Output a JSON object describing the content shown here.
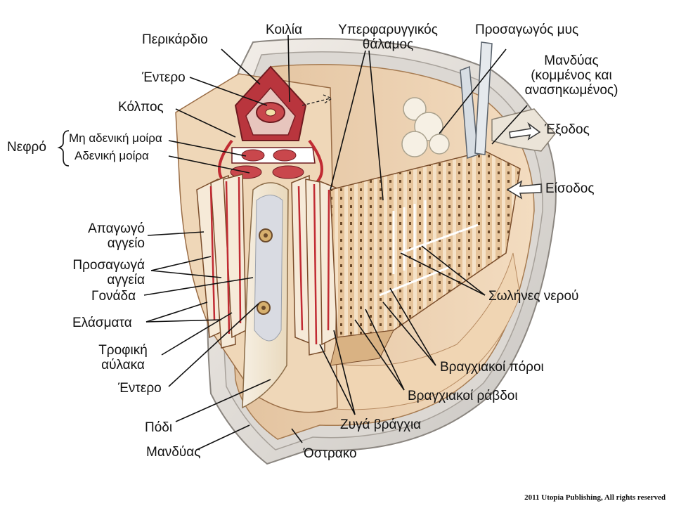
{
  "labels": {
    "pericardium": "Περικάρδιο",
    "ventricle": "Κοιλία",
    "suprabranchial_line1": "Υπερφαρυγγικός",
    "suprabranchial_line2": "θάλαμος",
    "adductor": "Προσαγωγός μυς",
    "mantle_cut_line1": "Μανδύας",
    "mantle_cut_line2": "(κομμένος και",
    "mantle_cut_line3": "ανασηκωμένος)",
    "intestine_top": "Έντερο",
    "atrium": "Κόλπος",
    "kidney": "Νεφρό",
    "kidney_nonglandular": "Μη αδενική μοίρα",
    "kidney_glandular": "Αδενική μοίρα",
    "exit": "Έξοδος",
    "entry": "Είσοδος",
    "efferent_line1": "Απαγωγό",
    "efferent_line2": "αγγείο",
    "afferent_line1": "Προσαγωγά",
    "afferent_line2": "αγγεία",
    "gonad": "Γονάδα",
    "lamellae": "Ελάσματα",
    "food_groove_line1": "Τροφική",
    "food_groove_line2": "αύλακα",
    "intestine_bottom": "Έντερο",
    "water_tubes": "Σωλήνες νερού",
    "ostia": "Βραγχιακοί πόροι",
    "gill_bars": "Βραγχιακοί ράβδοι",
    "foot": "Πόδι",
    "paired_gills": "Ζυγά βράγχια",
    "mantle": "Μανδύας",
    "shell": "Όστρακο"
  },
  "copyright": "2011 Utopia Publishing, All rights reserved"
}
